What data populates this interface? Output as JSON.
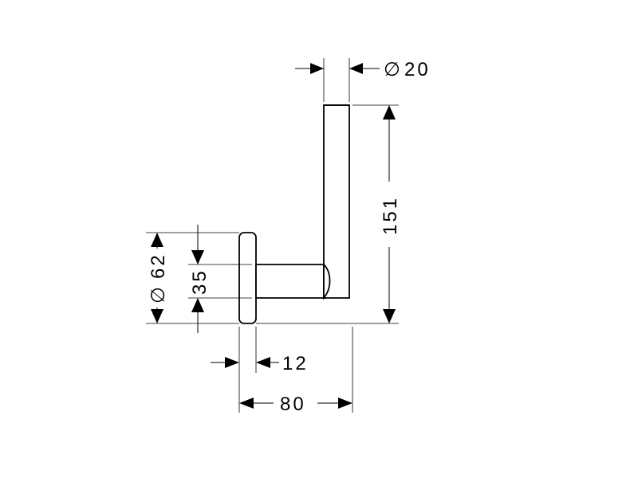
{
  "drawing": {
    "dimensions": {
      "tube_diameter": {
        "symbol": "∅",
        "value": "20"
      },
      "height": "151",
      "rosette_diameter": {
        "symbol": "∅",
        "value": "62"
      },
      "arm_height": "35",
      "rosette_depth": "12",
      "projection": "80"
    }
  }
}
